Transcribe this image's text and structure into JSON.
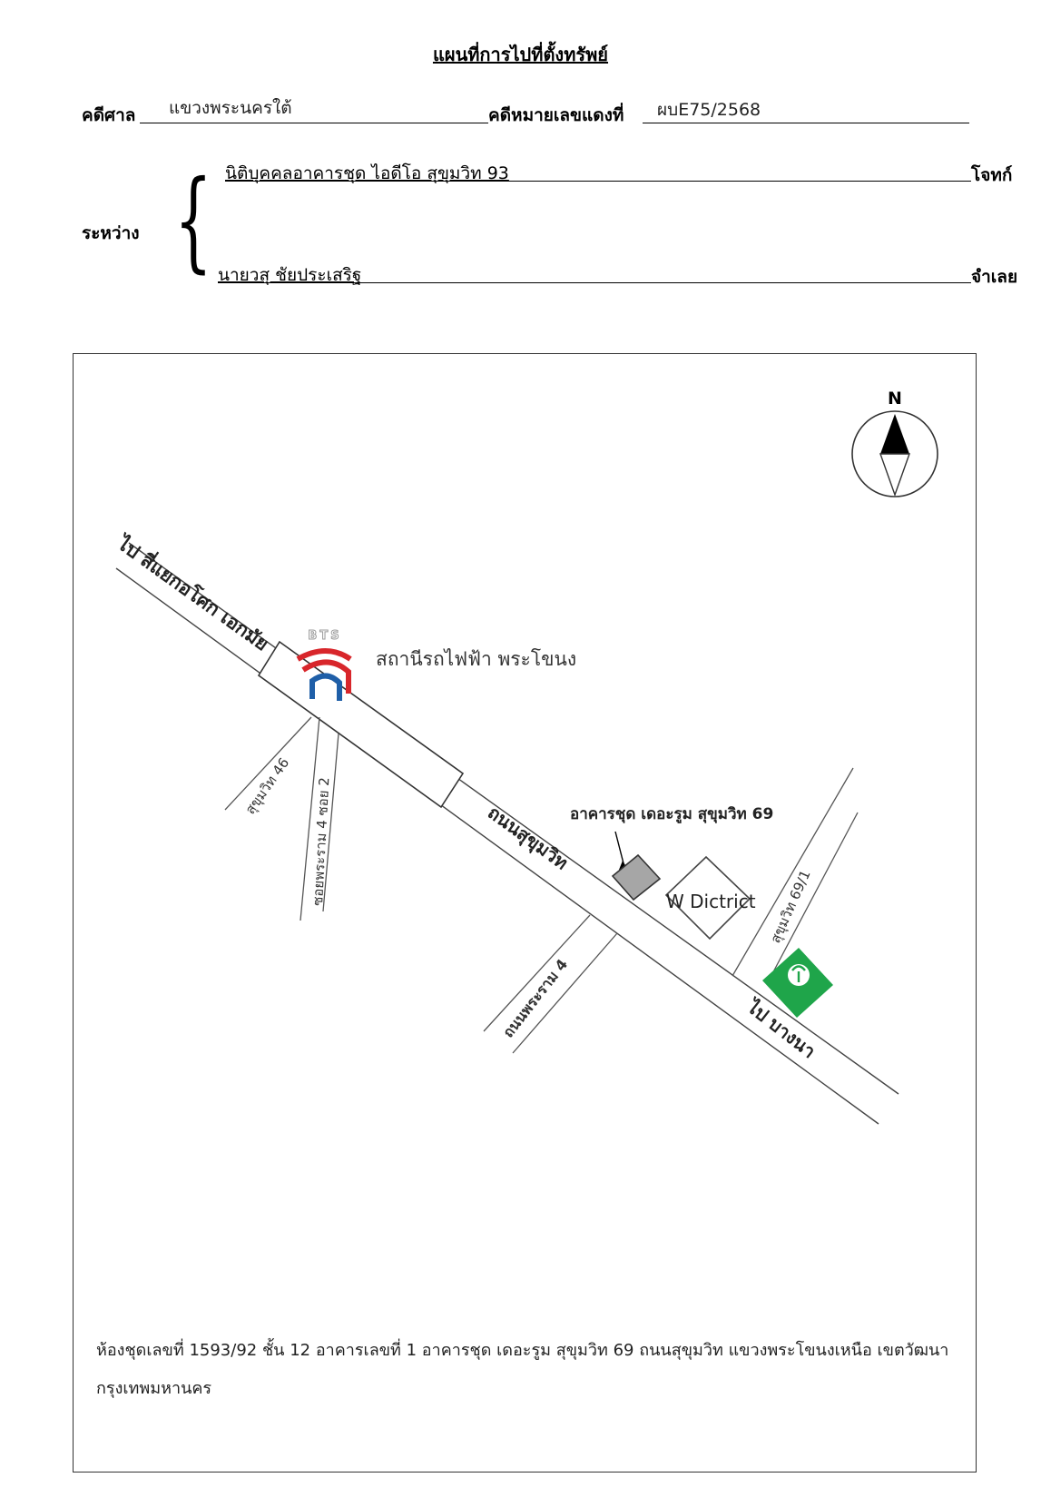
{
  "header": {
    "title": "แผนที่การไปที่ตั้งทรัพย์",
    "court_label": "คดีศาล",
    "court_value": "แขวงพระนครใต้",
    "case_no_label": "คดีหมายเลขแดงที่",
    "case_no_value": "ผบE75/2568",
    "between_label": "ระหว่าง",
    "plaintiff_name": "นิติบุคคลอาคารชุด ไอดีโอ สุขุมวิท 93",
    "plaintiff_label": "โจทก์",
    "defendant_name": "นายวสุ ชัยประเสริฐ",
    "defendant_label": "จำเลย"
  },
  "map": {
    "north_label": "N",
    "road_to_asok": "ไป สี่แยกอโศก เอกมัย",
    "bts_logo_text": "BTS",
    "bts_station": "สถานีรถไฟฟ้า พระโขนง",
    "sukhumvit_46": "สุขุมวิท 46",
    "soi_rama4_2": "ซอยพระราม 4 ซอย 2",
    "sukhumvit_road": "ถนนสุขุมวิท",
    "building": "อาคารชุด เดอะรูม สุขุมวิท 69",
    "w_district": "W Dictrict",
    "sukhumvit_69_1": "สุขุมวิท 69/1",
    "rama4_road": "ถนนพระราม 4",
    "to_bangna": "ไป บางนา",
    "colors": {
      "bts_red": "#d8262b",
      "bts_blue": "#1f5fa8",
      "bank_green": "#1fa54a",
      "building_gray": "#a6a6a6"
    }
  },
  "caption": {
    "line1": "ห้องชุดเลขที่ 1593/92 ชั้น 12 อาคารเลขที่ 1 อาคารชุด เดอะรูม สุขุมวิท 69 ถนนสุขุมวิท แขวงพระโขนงเหนือ เขตวัฒนา",
    "line2": "กรุงเทพมหานคร"
  }
}
